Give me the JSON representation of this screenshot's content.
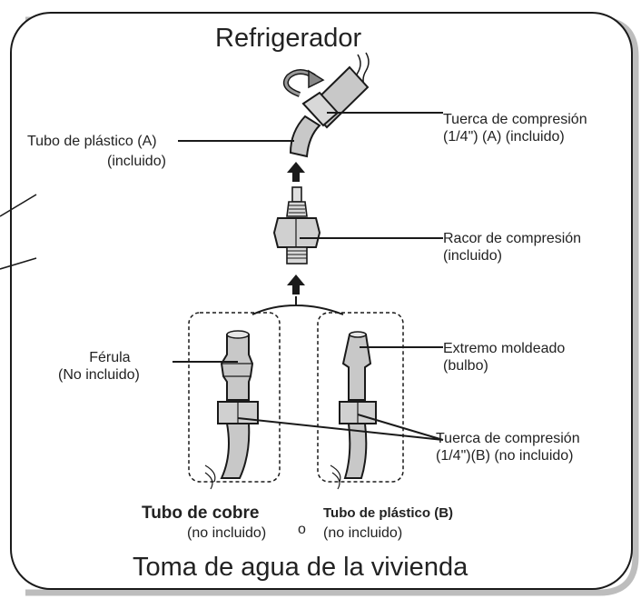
{
  "title_top": "Refrigerador",
  "title_bottom": "Toma de agua de la vivienda",
  "labels": {
    "plastic_tube_a_line1": "Tubo de plástico (A)",
    "plastic_tube_a_line2": "(incluido)",
    "compression_nut_a_line1": "Tuerca de compresión",
    "compression_nut_a_line2": "(1/4\") (A) (incluido)",
    "compression_fitting_line1": "Racor de compresión",
    "compression_fitting_line2": "(incluido)",
    "ferrule_line1": "Férula",
    "ferrule_line2": "(No incluido)",
    "molded_end_line1": "Extremo moldeado",
    "molded_end_line2": "(bulbo)",
    "compression_nut_b_line1": "Tuerca de compresión",
    "compression_nut_b_line2": "(1/4\")(B) (no incluido)"
  },
  "options": {
    "copper_tube": "Tubo de cobre",
    "copper_tube_note": "(no incluido)",
    "or": "o",
    "plastic_tube_b": "Tubo de plástico (B)",
    "plastic_tube_b_note": "(no incluido)"
  },
  "colors": {
    "line": "#1a1a1a",
    "tube_fill": "#c8c8c8",
    "tube_dark": "#9a9a9a",
    "frame_shadow": "#bdbdbd"
  }
}
